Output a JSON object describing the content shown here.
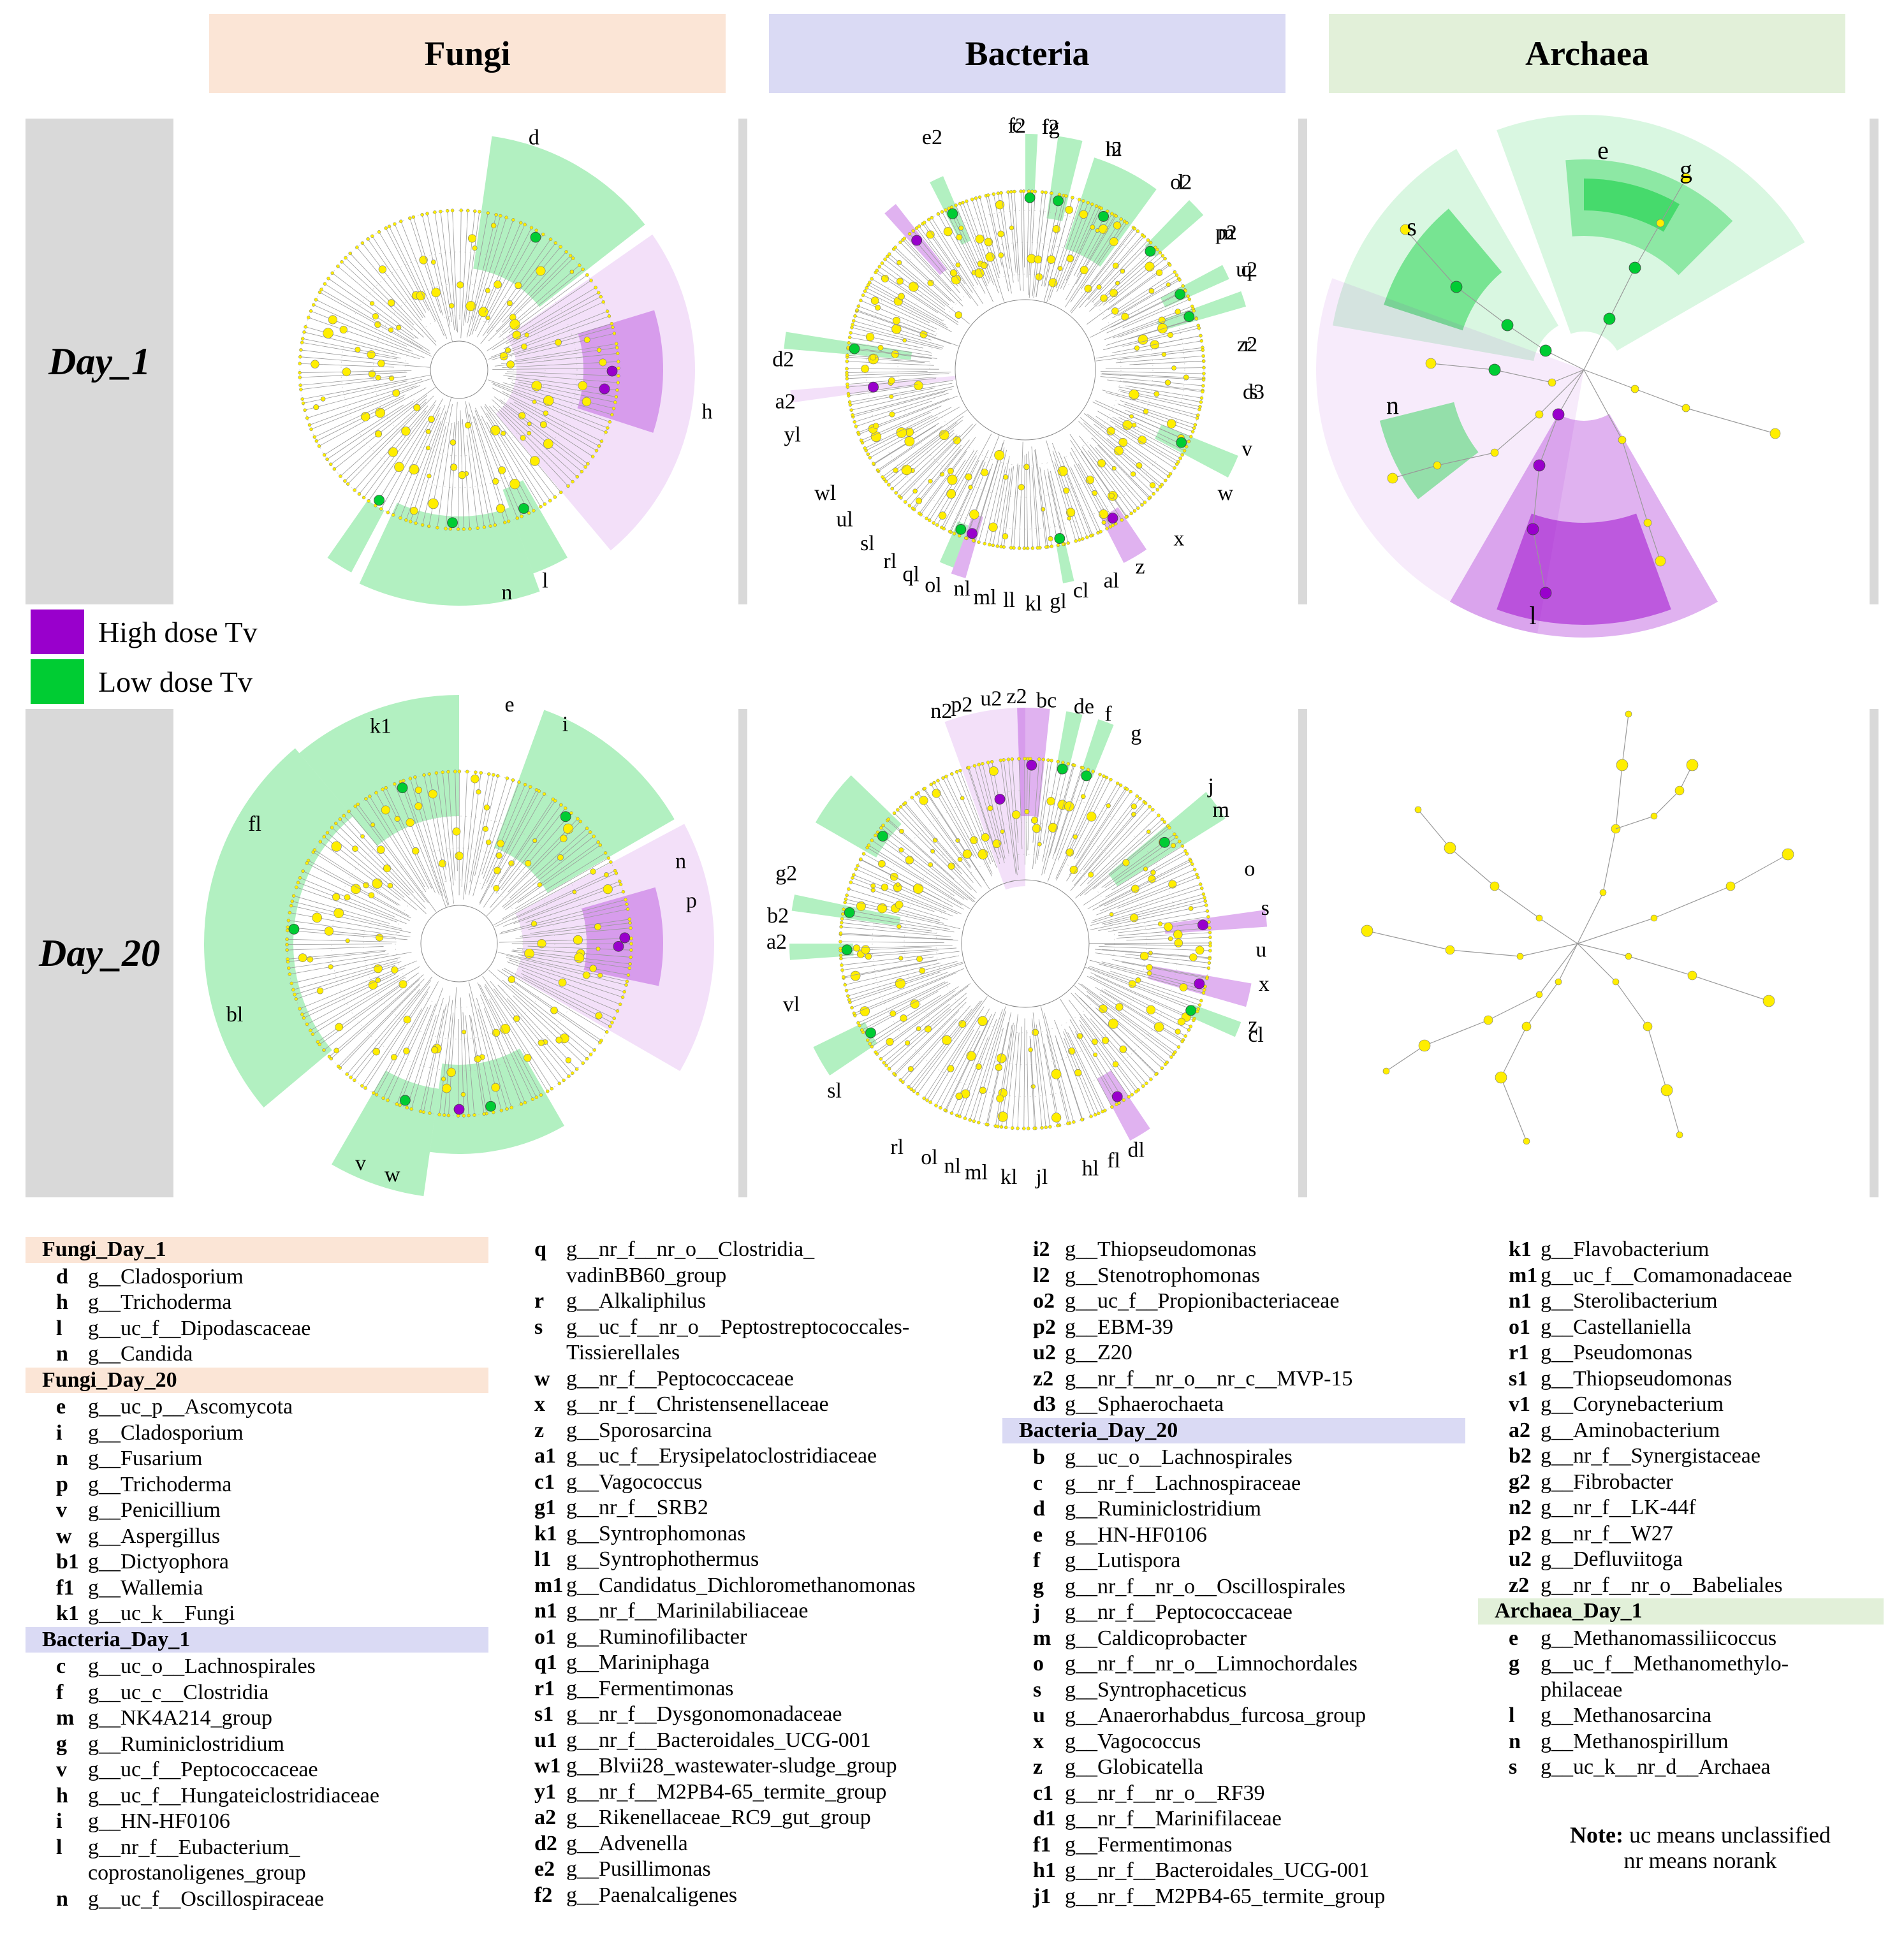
{
  "columns": [
    "Fungi",
    "Bacteria",
    "Archaea"
  ],
  "rows": [
    "Day_1",
    "Day_20"
  ],
  "legend": [
    {
      "label": "High dose Tv",
      "color": "#9900cc"
    },
    {
      "label": "Low dose Tv",
      "color": "#00cc33"
    }
  ],
  "colors": {
    "fungi_header": "#fbe5d6",
    "bacteria_header": "#dadaf4",
    "archaea_header": "#e2f0d9",
    "high_dose": "#9900cc",
    "low_dose": "#00cc33",
    "node": "#ffee00",
    "bar": "#d9d9d9"
  },
  "cladograms": {
    "fungi_day1": [
      "d",
      "h",
      "l",
      "n"
    ],
    "bacteria_day1": [
      "c",
      "fg",
      "hi",
      "l",
      "m",
      "q",
      "r",
      "s",
      "v",
      "w",
      "x",
      "z",
      "al",
      "cl",
      "gl",
      "kl",
      "ll",
      "ml",
      "nl",
      "ol",
      "ql",
      "rl",
      "sl",
      "ul",
      "wl",
      "yl",
      "a2",
      "d2",
      "e2",
      "f2",
      "i2",
      "l2",
      "o2",
      "p2",
      "u2",
      "z2",
      "d3"
    ],
    "archaea_day1": [
      "e",
      "g",
      "s",
      "n",
      "l"
    ],
    "fungi_day20": [
      "e",
      "i",
      "k1",
      "n",
      "p",
      "fl",
      "bl",
      "w",
      "v"
    ],
    "bacteria_day20": [
      "n2",
      "p2",
      "u2",
      "z2",
      "bc",
      "de",
      "f",
      "g",
      "j",
      "m",
      "o",
      "s",
      "u",
      "x",
      "z",
      "cl",
      "dl",
      "fl",
      "hl",
      "jl",
      "kl",
      "ml",
      "nl",
      "ol",
      "rl",
      "sl",
      "vl",
      "a2",
      "b2",
      "g2"
    ]
  },
  "key": {
    "col1": [
      {
        "header": "Fungi_Day_1",
        "color": "#fbe5d6"
      },
      {
        "l": "d",
        "t": "g__Cladosporium"
      },
      {
        "l": "h",
        "t": "g__Trichoderma"
      },
      {
        "l": "l",
        "t": "g__uc_f__Dipodascaceae"
      },
      {
        "l": "n",
        "t": "g__Candida"
      },
      {
        "header": "Fungi_Day_20",
        "color": "#fbe5d6"
      },
      {
        "l": "e",
        "t": "g__uc_p__Ascomycota"
      },
      {
        "l": "i",
        "t": "g__Cladosporium"
      },
      {
        "l": "n",
        "t": "g__Fusarium"
      },
      {
        "l": "p",
        "t": "g__Trichoderma"
      },
      {
        "l": "v",
        "t": "g__Penicillium"
      },
      {
        "l": "w",
        "t": "g__Aspergillus"
      },
      {
        "l": "b1",
        "t": "g__Dictyophora"
      },
      {
        "l": "f1",
        "t": "g__Wallemia"
      },
      {
        "l": "k1",
        "t": "g__uc_k__Fungi"
      },
      {
        "header": "Bacteria_Day_1",
        "color": "#dadaf4"
      },
      {
        "l": "c",
        "t": "g__uc_o__Lachnospirales"
      },
      {
        "l": "f",
        "t": "g__uc_c__Clostridia"
      },
      {
        "l": "m",
        "t": "g__NK4A214_group"
      },
      {
        "l": "g",
        "t": "g__Ruminiclostridium"
      },
      {
        "l": "v",
        "t": "g__uc_f__Peptococcaceae"
      },
      {
        "l": "h",
        "t": "g__uc_f__Hungateiclostridiaceae"
      },
      {
        "l": "i",
        "t": "g__HN-HF0106"
      },
      {
        "l": "l",
        "t": "g__nr_f__Eubacterium_\ncoprostanoligenes_group"
      },
      {
        "l": "n",
        "t": "g__uc_f__Oscillospiraceae"
      }
    ],
    "col2": [
      {
        "l": "q",
        "t": "g__nr_f__nr_o__Clostridia_\nvadinBB60_group"
      },
      {
        "l": "r",
        "t": "g__Alkaliphilus"
      },
      {
        "l": "s",
        "t": "g__uc_f__nr_o__Peptostreptococcales-\nTissierellales"
      },
      {
        "l": "w",
        "t": "g__nr_f__Peptococcaceae"
      },
      {
        "l": "x",
        "t": "g__nr_f__Christensenellaceae"
      },
      {
        "l": "z",
        "t": "g__Sporosarcina"
      },
      {
        "l": "a1",
        "t": "g__uc_f__Erysipelatoclostridiaceae"
      },
      {
        "l": "c1",
        "t": "g__Vagococcus"
      },
      {
        "l": "g1",
        "t": "g__nr_f__SRB2"
      },
      {
        "l": "k1",
        "t": "g__Syntrophomonas"
      },
      {
        "l": "l1",
        "t": "g__Syntrophothermus"
      },
      {
        "l": "m1",
        "t": "g__Candidatus_Dichloromethanomonas"
      },
      {
        "l": "n1",
        "t": "g__nr_f__Marinilabiliaceae"
      },
      {
        "l": "o1",
        "t": "g__Ruminofilibacter"
      },
      {
        "l": "q1",
        "t": "g__Mariniphaga"
      },
      {
        "l": "r1",
        "t": "g__Fermentimonas"
      },
      {
        "l": "s1",
        "t": "g__nr_f__Dysgonomonadaceae"
      },
      {
        "l": "u1",
        "t": "g__nr_f__Bacteroidales_UCG-001"
      },
      {
        "l": "w1",
        "t": "g__Blvii28_wastewater-sludge_group"
      },
      {
        "l": "y1",
        "t": "g__nr_f__M2PB4-65_termite_group"
      },
      {
        "l": "a2",
        "t": "g__Rikenellaceae_RC9_gut_group"
      },
      {
        "l": "d2",
        "t": "g__Advenella"
      },
      {
        "l": "e2",
        "t": "g__Pusillimonas"
      },
      {
        "l": "f2",
        "t": "g__Paenalcaligenes"
      }
    ],
    "col3": [
      {
        "l": "i2",
        "t": "g__Thiopseudomonas"
      },
      {
        "l": "l2",
        "t": "g__Stenotrophomonas"
      },
      {
        "l": "o2",
        "t": "g__uc_f__Propionibacteriaceae"
      },
      {
        "l": "p2",
        "t": "g__EBM-39"
      },
      {
        "l": "u2",
        "t": "g__Z20"
      },
      {
        "l": "z2",
        "t": "g__nr_f__nr_o__nr_c__MVP-15"
      },
      {
        "l": "d3",
        "t": "g__Sphaerochaeta"
      },
      {
        "header": "Bacteria_Day_20",
        "color": "#dadaf4"
      },
      {
        "l": "b",
        "t": "g__uc_o__Lachnospirales"
      },
      {
        "l": "c",
        "t": "g__nr_f__Lachnospiraceae"
      },
      {
        "l": "d",
        "t": "g__Ruminiclostridium"
      },
      {
        "l": "e",
        "t": "g__HN-HF0106"
      },
      {
        "l": "f",
        "t": "g__Lutispora"
      },
      {
        "l": "g",
        "t": "g__nr_f__nr_o__Oscillospirales"
      },
      {
        "l": "j",
        "t": "g__nr_f__Peptococcaceae"
      },
      {
        "l": "m",
        "t": "g__Caldicoprobacter"
      },
      {
        "l": "o",
        "t": "g__nr_f__nr_o__Limnochordales"
      },
      {
        "l": "s",
        "t": "g__Syntrophaceticus"
      },
      {
        "l": "u",
        "t": "g__Anaerorhabdus_furcosa_group"
      },
      {
        "l": "x",
        "t": "g__Vagococcus"
      },
      {
        "l": "z",
        "t": "g__Globicatella"
      },
      {
        "l": "c1",
        "t": "g__nr_f__nr_o__RF39"
      },
      {
        "l": "d1",
        "t": "g__nr_f__Marinifilaceae"
      },
      {
        "l": "f1",
        "t": "g__Fermentimonas"
      },
      {
        "l": "h1",
        "t": "g__nr_f__Bacteroidales_UCG-001"
      },
      {
        "l": "j1",
        "t": "g__nr_f__M2PB4-65_termite_group"
      }
    ],
    "col4": [
      {
        "l": "k1",
        "t": "g__Flavobacterium"
      },
      {
        "l": "m1",
        "t": "g__uc_f__Comamonadaceae"
      },
      {
        "l": "n1",
        "t": "g__Sterolibacterium"
      },
      {
        "l": "o1",
        "t": "g__Castellaniella"
      },
      {
        "l": "r1",
        "t": "g__Pseudomonas"
      },
      {
        "l": "s1",
        "t": "g__Thiopseudomonas"
      },
      {
        "l": "v1",
        "t": "g__Corynebacterium"
      },
      {
        "l": "a2",
        "t": "g__Aminobacterium"
      },
      {
        "l": "b2",
        "t": "g__nr_f__Synergistaceae"
      },
      {
        "l": "g2",
        "t": "g__Fibrobacter"
      },
      {
        "l": "n2",
        "t": "g__nr_f__LK-44f"
      },
      {
        "l": "p2",
        "t": "g__nr_f__W27"
      },
      {
        "l": "u2",
        "t": "g__Defluviitoga"
      },
      {
        "l": "z2",
        "t": "g__nr_f__nr_o__Babeliales"
      },
      {
        "header": "Archaea_Day_1",
        "color": "#e2f0d9"
      },
      {
        "l": "e",
        "t": "g__Methanomassiliicoccus"
      },
      {
        "l": "g",
        "t": "g__uc_f__Methanomethylo-\nphilaceae"
      },
      {
        "l": "l",
        "t": "g__Methanosarcina"
      },
      {
        "l": "n",
        "t": "g__Methanospirillum"
      },
      {
        "l": "s",
        "t": "g__uc_k__nr_d__Archaea"
      }
    ]
  },
  "note": {
    "bold": "Note:",
    "line1": " uc means unclassified",
    "line2": "nr means norank"
  }
}
